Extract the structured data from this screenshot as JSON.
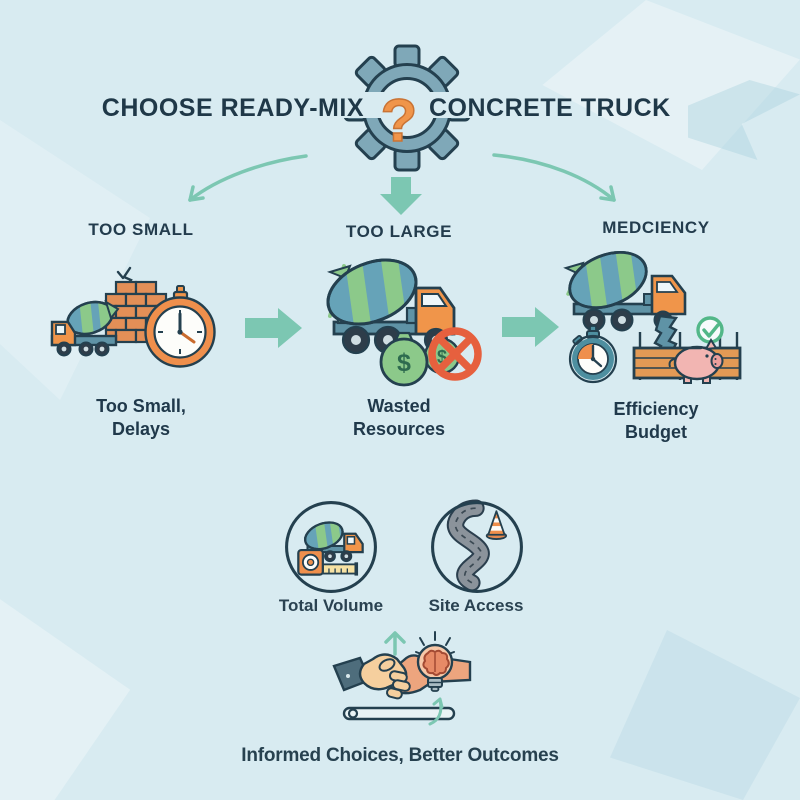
{
  "colors": {
    "background": "#d8ebf1",
    "ink": "#24404f",
    "title_text": "#1f3848",
    "accent_green": "#7cc7b2",
    "accent_orange": "#f0954a",
    "gear_steel": "#7fa8b8",
    "drum_blue": "#66a3b8",
    "stripe_green": "#8cc98a",
    "brick_orange": "#e38f57",
    "alert_red": "#e6603e",
    "piggy_pink": "#f2b5b2",
    "check_green": "#52b788"
  },
  "header": {
    "title_left": "CHOOSE READY-MIX",
    "question_mark": "?",
    "title_right": "CONCRETE TRUCK",
    "gear_icon": "gear-question-icon"
  },
  "branches": [
    {
      "heading": "TOO SMALL",
      "caption": "Too Small,\nDelays",
      "icon": "small-truck-bricks-stopwatch-icon"
    },
    {
      "heading": "TOO LARGE",
      "caption": "Wasted\nResources",
      "icon": "big-truck-money-waste-icon"
    },
    {
      "heading": "MEDCIENCY",
      "caption": "Efficiency\nBudget",
      "icon": "truck-pouring-budget-piggy-icon"
    }
  ],
  "factors": [
    {
      "label": "Total Volume",
      "icon": "mixer-truck-measuring-tape-icon"
    },
    {
      "label": "Site Access",
      "icon": "winding-road-cone-icon"
    }
  ],
  "footer": {
    "caption": "Informed Choices, Better Outcomes",
    "icon": "handshake-idea-icon"
  },
  "icons": {
    "money_symbol": "$"
  }
}
